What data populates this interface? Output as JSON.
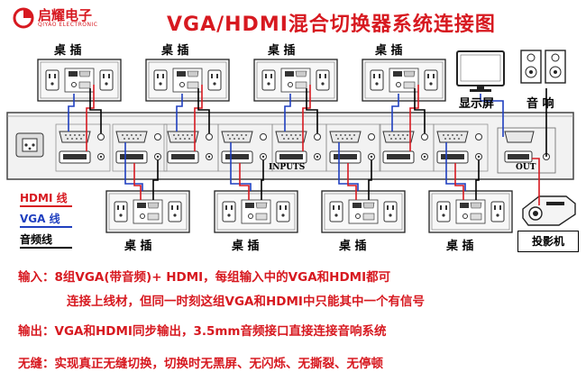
{
  "brand": {
    "name_cn": "启耀电子",
    "name_en": "QIYAO ELECTRONIC"
  },
  "title": "VGA/HDMI混合切换器系统连接图",
  "labels": {
    "desk_socket": "桌 插",
    "display": "显示屏",
    "speaker": "音 响",
    "projector": "投影机",
    "inputs": "INPUTS",
    "out": "OUT"
  },
  "legend": [
    {
      "text": "HDMI 线",
      "color": "#d71920"
    },
    {
      "text": "VGA 线",
      "color": "#1f3fbf"
    },
    {
      "text": "音频线",
      "color": "#000000"
    }
  ],
  "notes": [
    "输入：8组VGA(带音频)+ HDMI，每组输入中的VGA和HDMI都可",
    "连接上线材，但同一时刻这组VGA和HDMI中只能其中一个有信号",
    "输出：VGA和HDMI同步输出，3.5mm音频接口直接连接音响系统",
    "无缝：实现真正无缝切换，切换时无黑屏、无闪烁、无撕裂、无停顿"
  ],
  "colors": {
    "hdmi": "#d71920",
    "vga": "#1f3fbf",
    "audio": "#000000",
    "accent": "#d71920"
  }
}
